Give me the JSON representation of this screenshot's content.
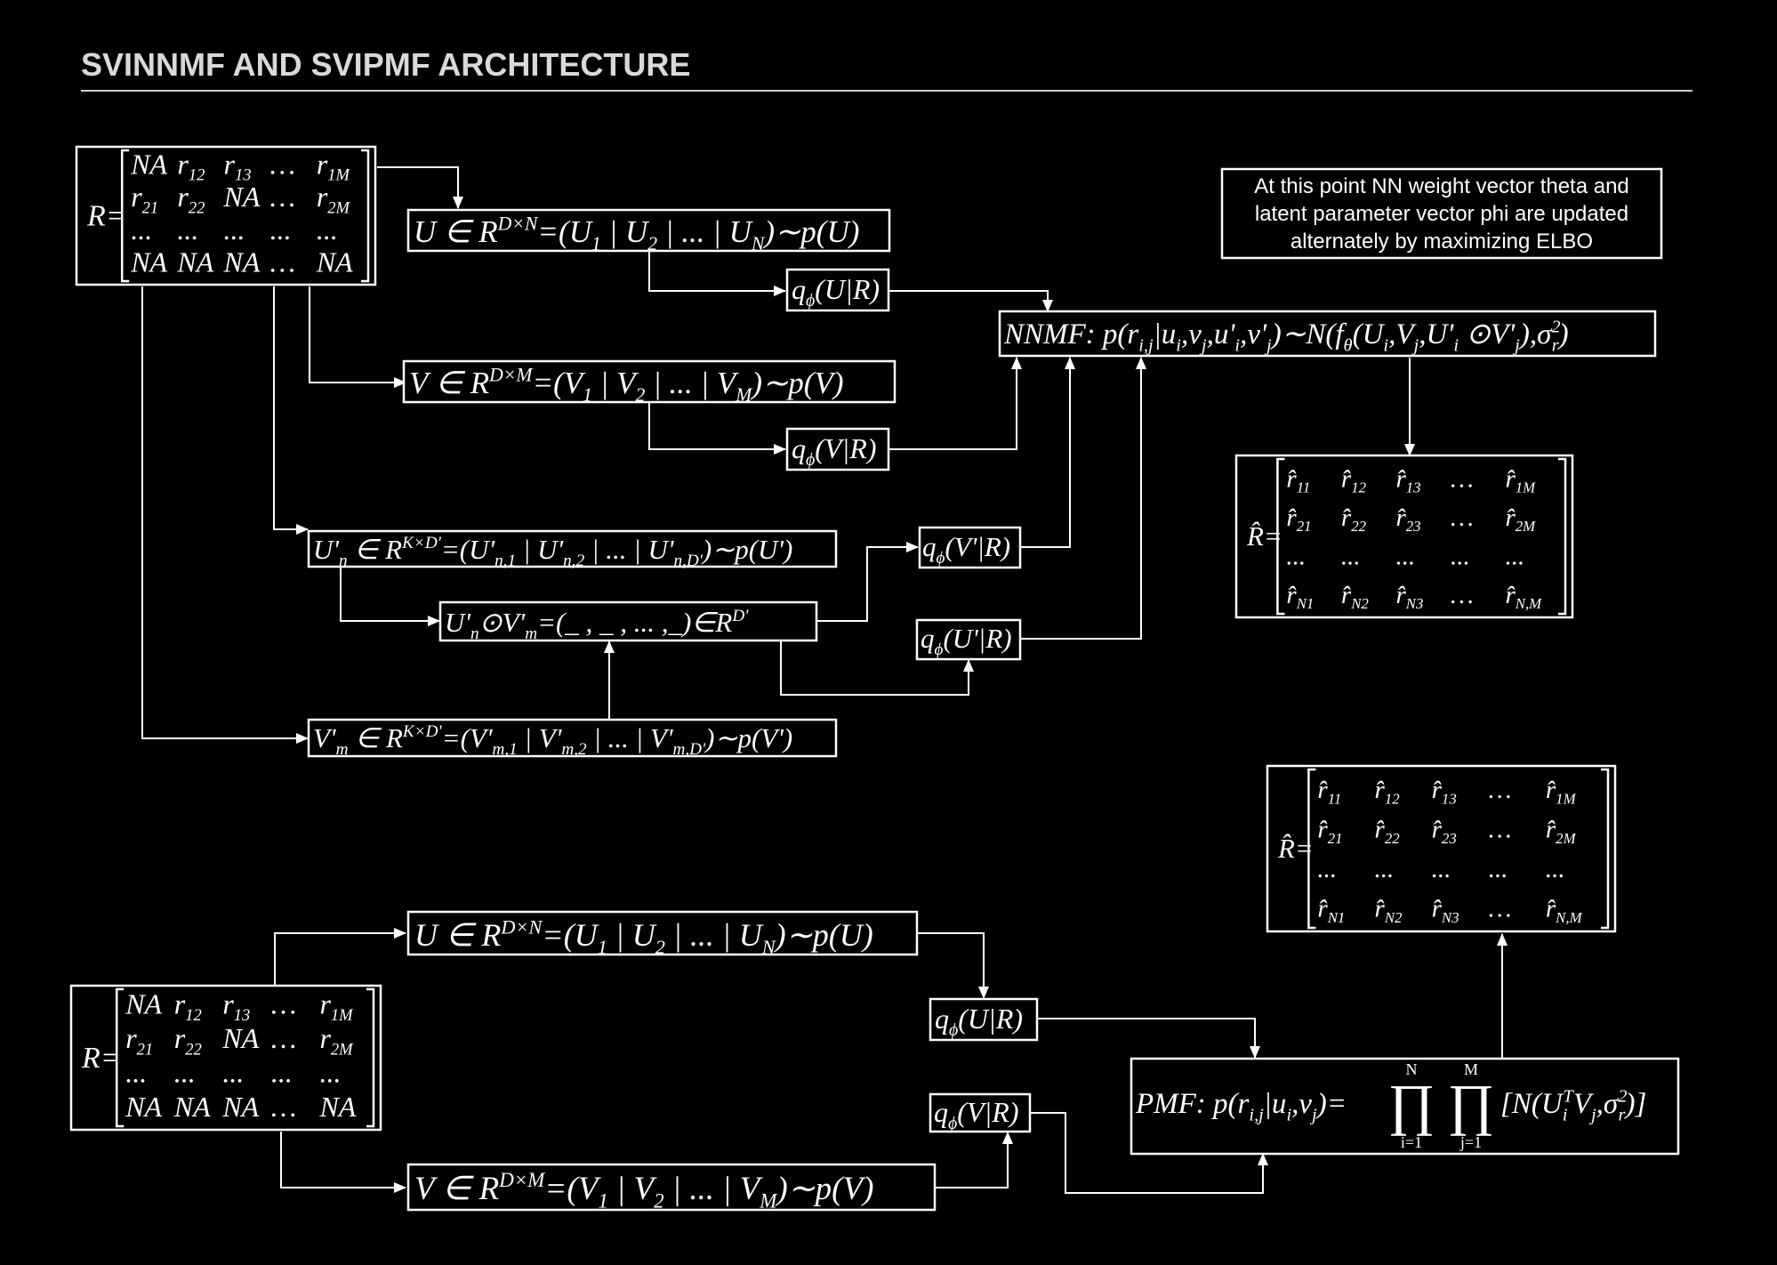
{
  "title": "SVINNMF AND SVIPMF ARCHITECTURE",
  "note": {
    "lines": [
      "At this point NN weight vector theta and",
      "latent parameter vector phi are updated",
      "alternately by maximizing ELBO"
    ]
  },
  "matrix_R": {
    "label": "R=",
    "rows": [
      [
        {
          "b": "NA"
        },
        {
          "b": "r",
          "s": "12"
        },
        {
          "b": "r",
          "s": "13"
        },
        {
          "b": "…"
        },
        {
          "b": "r",
          "s": "1M"
        }
      ],
      [
        {
          "b": "r",
          "s": "21"
        },
        {
          "b": "r",
          "s": "22"
        },
        {
          "b": "NA"
        },
        {
          "b": "…"
        },
        {
          "b": "r",
          "s": "2M"
        }
      ],
      [
        {
          "b": "..."
        },
        {
          "b": "..."
        },
        {
          "b": "..."
        },
        {
          "b": "..."
        },
        {
          "b": "..."
        }
      ],
      [
        {
          "b": "NA"
        },
        {
          "b": "NA"
        },
        {
          "b": "NA"
        },
        {
          "b": "…"
        },
        {
          "b": "NA"
        }
      ]
    ]
  },
  "matrix_Rhat": {
    "label": "R̂=",
    "rows": [
      [
        {
          "b": "r̂",
          "s": "11"
        },
        {
          "b": "r̂",
          "s": "12"
        },
        {
          "b": "r̂",
          "s": "13"
        },
        {
          "b": "…"
        },
        {
          "b": "r̂",
          "s": "1M"
        }
      ],
      [
        {
          "b": "r̂",
          "s": "21"
        },
        {
          "b": "r̂",
          "s": "22"
        },
        {
          "b": "r̂",
          "s": "23"
        },
        {
          "b": "…"
        },
        {
          "b": "r̂",
          "s": "2M"
        }
      ],
      [
        {
          "b": "..."
        },
        {
          "b": "..."
        },
        {
          "b": "..."
        },
        {
          "b": "..."
        },
        {
          "b": "..."
        }
      ],
      [
        {
          "b": "r̂",
          "s": "N1"
        },
        {
          "b": "r̂",
          "s": "N2"
        },
        {
          "b": "r̂",
          "s": "N3"
        },
        {
          "b": "…"
        },
        {
          "b": "r̂",
          "s": "N,M"
        }
      ]
    ]
  },
  "formulas": {
    "U_prior": [
      [
        "U ∈ R",
        ""
      ],
      [
        "D×N",
        "sup"
      ],
      [
        "=(U",
        ""
      ],
      [
        "1",
        "sub"
      ],
      [
        " | U",
        ""
      ],
      [
        "2",
        "sub"
      ],
      [
        " | ... | U",
        ""
      ],
      [
        "N",
        "sub"
      ],
      [
        ")∼p(U)",
        ""
      ]
    ],
    "V_prior": [
      [
        "V ∈ R",
        ""
      ],
      [
        "D×M",
        "sup"
      ],
      [
        "=(V",
        ""
      ],
      [
        "1",
        "sub"
      ],
      [
        " | V",
        ""
      ],
      [
        "2",
        "sub"
      ],
      [
        " | ... | V",
        ""
      ],
      [
        "M",
        "sub"
      ],
      [
        ")∼p(V)",
        ""
      ]
    ],
    "q_U": [
      [
        "q",
        ""
      ],
      [
        "ϕ",
        "sub"
      ],
      [
        "(U|R)",
        ""
      ]
    ],
    "q_V": [
      [
        "q",
        ""
      ],
      [
        "ϕ",
        "sub"
      ],
      [
        "(V|R)",
        ""
      ]
    ],
    "q_Vp": [
      [
        "q",
        ""
      ],
      [
        "ϕ",
        "sub"
      ],
      [
        "(V'|R)",
        ""
      ]
    ],
    "q_Up": [
      [
        "q",
        ""
      ],
      [
        "ϕ",
        "sub"
      ],
      [
        "(U'|R)",
        ""
      ]
    ],
    "Up_prior": [
      [
        "U'",
        ""
      ],
      [
        "n",
        "sub"
      ],
      [
        " ∈ R",
        ""
      ],
      [
        "K×D'",
        "sup"
      ],
      [
        "=(U'",
        ""
      ],
      [
        "n,1",
        "sub"
      ],
      [
        " | U'",
        ""
      ],
      [
        "n,2",
        "sub"
      ],
      [
        " | ... | U'",
        ""
      ],
      [
        "n,D'",
        "sub"
      ],
      [
        ")∼p(U')",
        ""
      ]
    ],
    "Vp_prior": [
      [
        "V'",
        ""
      ],
      [
        "m",
        "sub"
      ],
      [
        " ∈ R",
        ""
      ],
      [
        "K×D'",
        "sup"
      ],
      [
        "=(V'",
        ""
      ],
      [
        "m,1",
        "sub"
      ],
      [
        " | V'",
        ""
      ],
      [
        "m,2",
        "sub"
      ],
      [
        " | ... | V'",
        ""
      ],
      [
        "m,D'",
        "sub"
      ],
      [
        ")∼p(V')",
        ""
      ]
    ],
    "hadamard": [
      [
        "U'",
        ""
      ],
      [
        "n",
        "sub"
      ],
      [
        "⊙V'",
        ""
      ],
      [
        "m",
        "sub"
      ],
      [
        "=(_ , _ , ... ,_)∈R",
        ""
      ],
      [
        "D'",
        "sup"
      ]
    ],
    "nnmf": [
      [
        "NNMF: p(r",
        ""
      ],
      [
        "i,j",
        "sub"
      ],
      [
        "|u",
        ""
      ],
      [
        "i",
        "sub"
      ],
      [
        ",v",
        ""
      ],
      [
        "j",
        "sub"
      ],
      [
        ",u'",
        ""
      ],
      [
        "i",
        "sub"
      ],
      [
        ",v'",
        ""
      ],
      [
        "j",
        "sub"
      ],
      [
        ")∼N(f",
        ""
      ],
      [
        "θ",
        "sub"
      ],
      [
        "(U",
        ""
      ],
      [
        "i",
        "sub"
      ],
      [
        ",V",
        ""
      ],
      [
        "j",
        "sub"
      ],
      [
        ",U'",
        ""
      ],
      [
        "i",
        "sub"
      ],
      [
        " ⊙V'",
        ""
      ],
      [
        "j",
        "sub"
      ],
      [
        "),σ",
        ""
      ],
      [
        "2",
        "sup"
      ],
      [
        "r",
        "subx"
      ],
      [
        ")",
        ""
      ]
    ],
    "pmf_lhs": [
      [
        "PMF: p(r",
        ""
      ],
      [
        "i,j",
        "sub"
      ],
      [
        "|u",
        ""
      ],
      [
        "i",
        "sub"
      ],
      [
        ",v",
        ""
      ],
      [
        "j",
        "sub"
      ],
      [
        ")=",
        ""
      ]
    ],
    "pmf_rhs": [
      [
        "[N(U",
        ""
      ],
      [
        "i",
        "sub"
      ],
      [
        "T",
        "supx"
      ],
      [
        "V",
        ""
      ],
      [
        "j",
        "sub"
      ],
      [
        ",σ",
        ""
      ],
      [
        "2",
        "sup"
      ],
      [
        "r",
        "subx"
      ],
      [
        ")]",
        ""
      ]
    ],
    "prod1": {
      "symbol": "∏",
      "upper": "N",
      "lower": "i=1"
    },
    "prod2": {
      "symbol": "∏",
      "upper": "M",
      "lower": "j=1"
    }
  }
}
